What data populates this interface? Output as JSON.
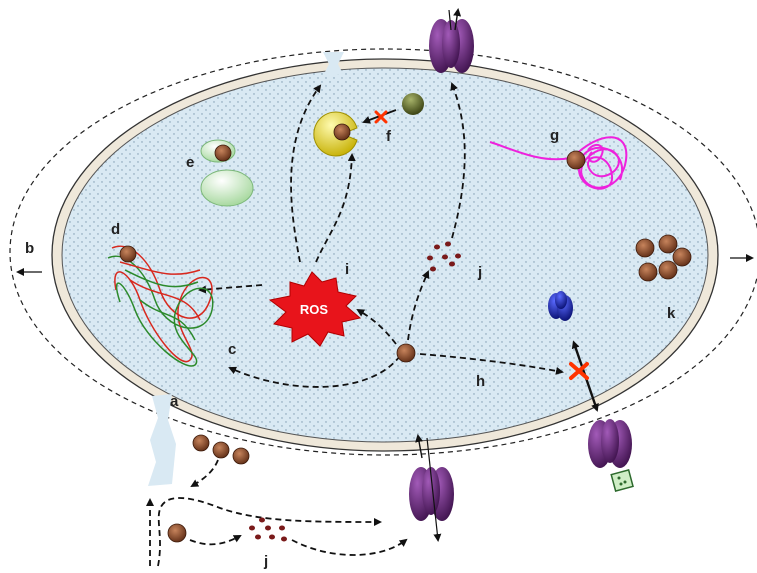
{
  "labels": {
    "a": "a",
    "b": "b",
    "c": "c",
    "d": "d",
    "e": "e",
    "f": "f",
    "g": "g",
    "h": "h",
    "i": "i",
    "j_inside": "j",
    "j_outside": "j",
    "k": "k"
  },
  "ros": "ROS",
  "colors": {
    "cytoplasm": "#d9e9f3",
    "membrane": "#efe8da",
    "channel": "#5c1f6e",
    "nanoparticle": "#8b4a2e",
    "ros_burst": "#e8141b",
    "block_cross": "#ff3300",
    "lysosome": "#f2e21c",
    "vesicle": "#c9efc4",
    "protein_blob": "#5d6a2a",
    "tangle": "#ee22dd",
    "receptor": "#1a2aa0",
    "dna_red": "#d8281e",
    "dna_green": "#2c8a2c"
  }
}
